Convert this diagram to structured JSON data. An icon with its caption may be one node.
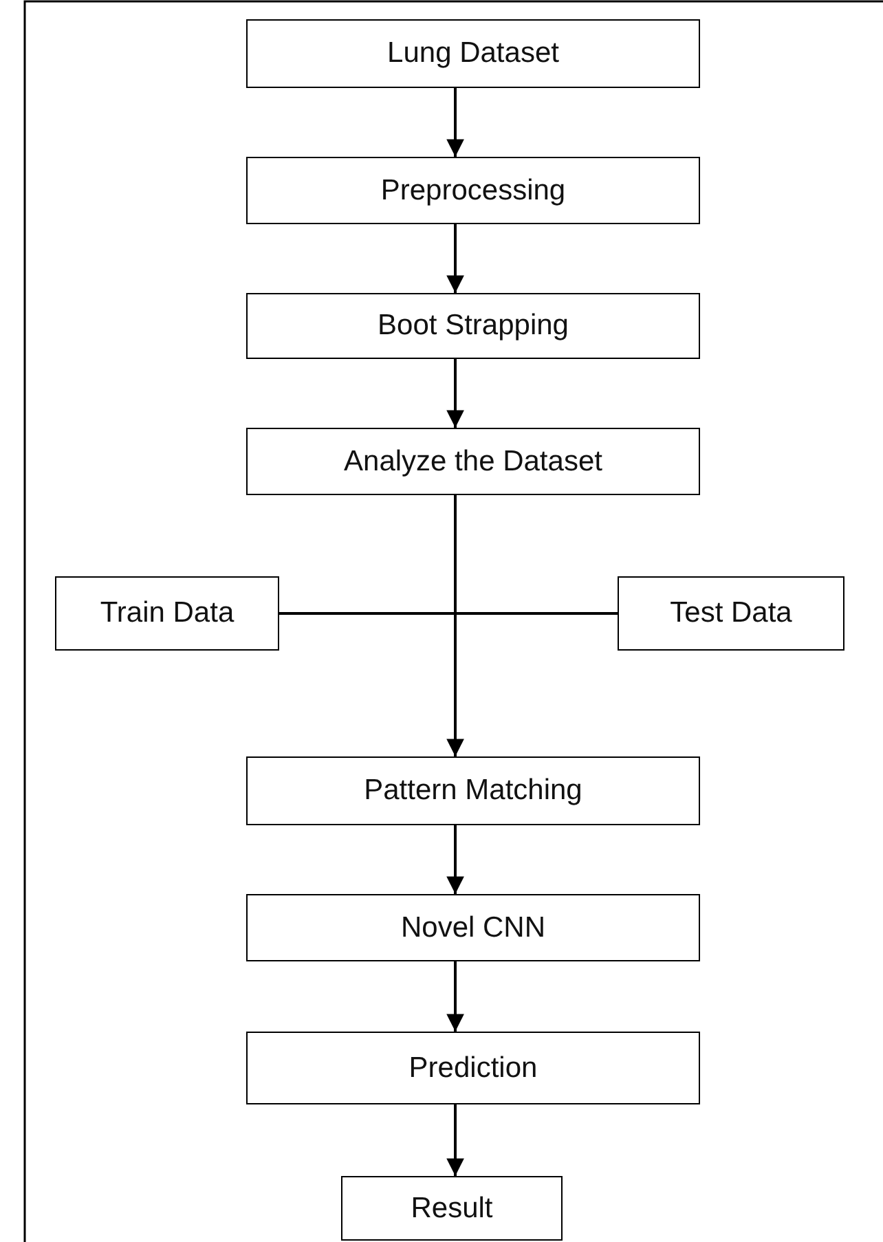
{
  "diagram": {
    "nodes": [
      {
        "text": [
          "Lung Dataset"
        ]
      },
      {
        "text": [
          "Preprocessing"
        ]
      },
      {
        "text": [
          "Boot Strapping"
        ]
      },
      {
        "text": [
          "Analyze the Dataset"
        ]
      },
      {
        "text": [
          "Train Data"
        ]
      },
      {
        "text": [
          "Test Data"
        ]
      },
      {
        "text": [
          "Pattern Matching"
        ]
      },
      {
        "text": [
          "Novel CNN"
        ]
      },
      {
        "text": [
          "Prediction"
        ]
      },
      {
        "text": [
          "Result"
        ]
      }
    ],
    "edges": [
      {
        "from": 0,
        "to": 1,
        "arrow": "to"
      },
      {
        "from": 1,
        "to": 2,
        "arrow": "to"
      },
      {
        "from": 2,
        "to": 3,
        "arrow": "to"
      },
      {
        "from": 3,
        "to": 6,
        "arrow": "to"
      },
      {
        "from": 4,
        "to": 5,
        "arrow": "none"
      },
      {
        "from": 6,
        "to": 7,
        "arrow": "to"
      },
      {
        "from": 7,
        "to": 8,
        "arrow": "to"
      },
      {
        "from": 8,
        "to": 9,
        "arrow": "to"
      }
    ]
  }
}
